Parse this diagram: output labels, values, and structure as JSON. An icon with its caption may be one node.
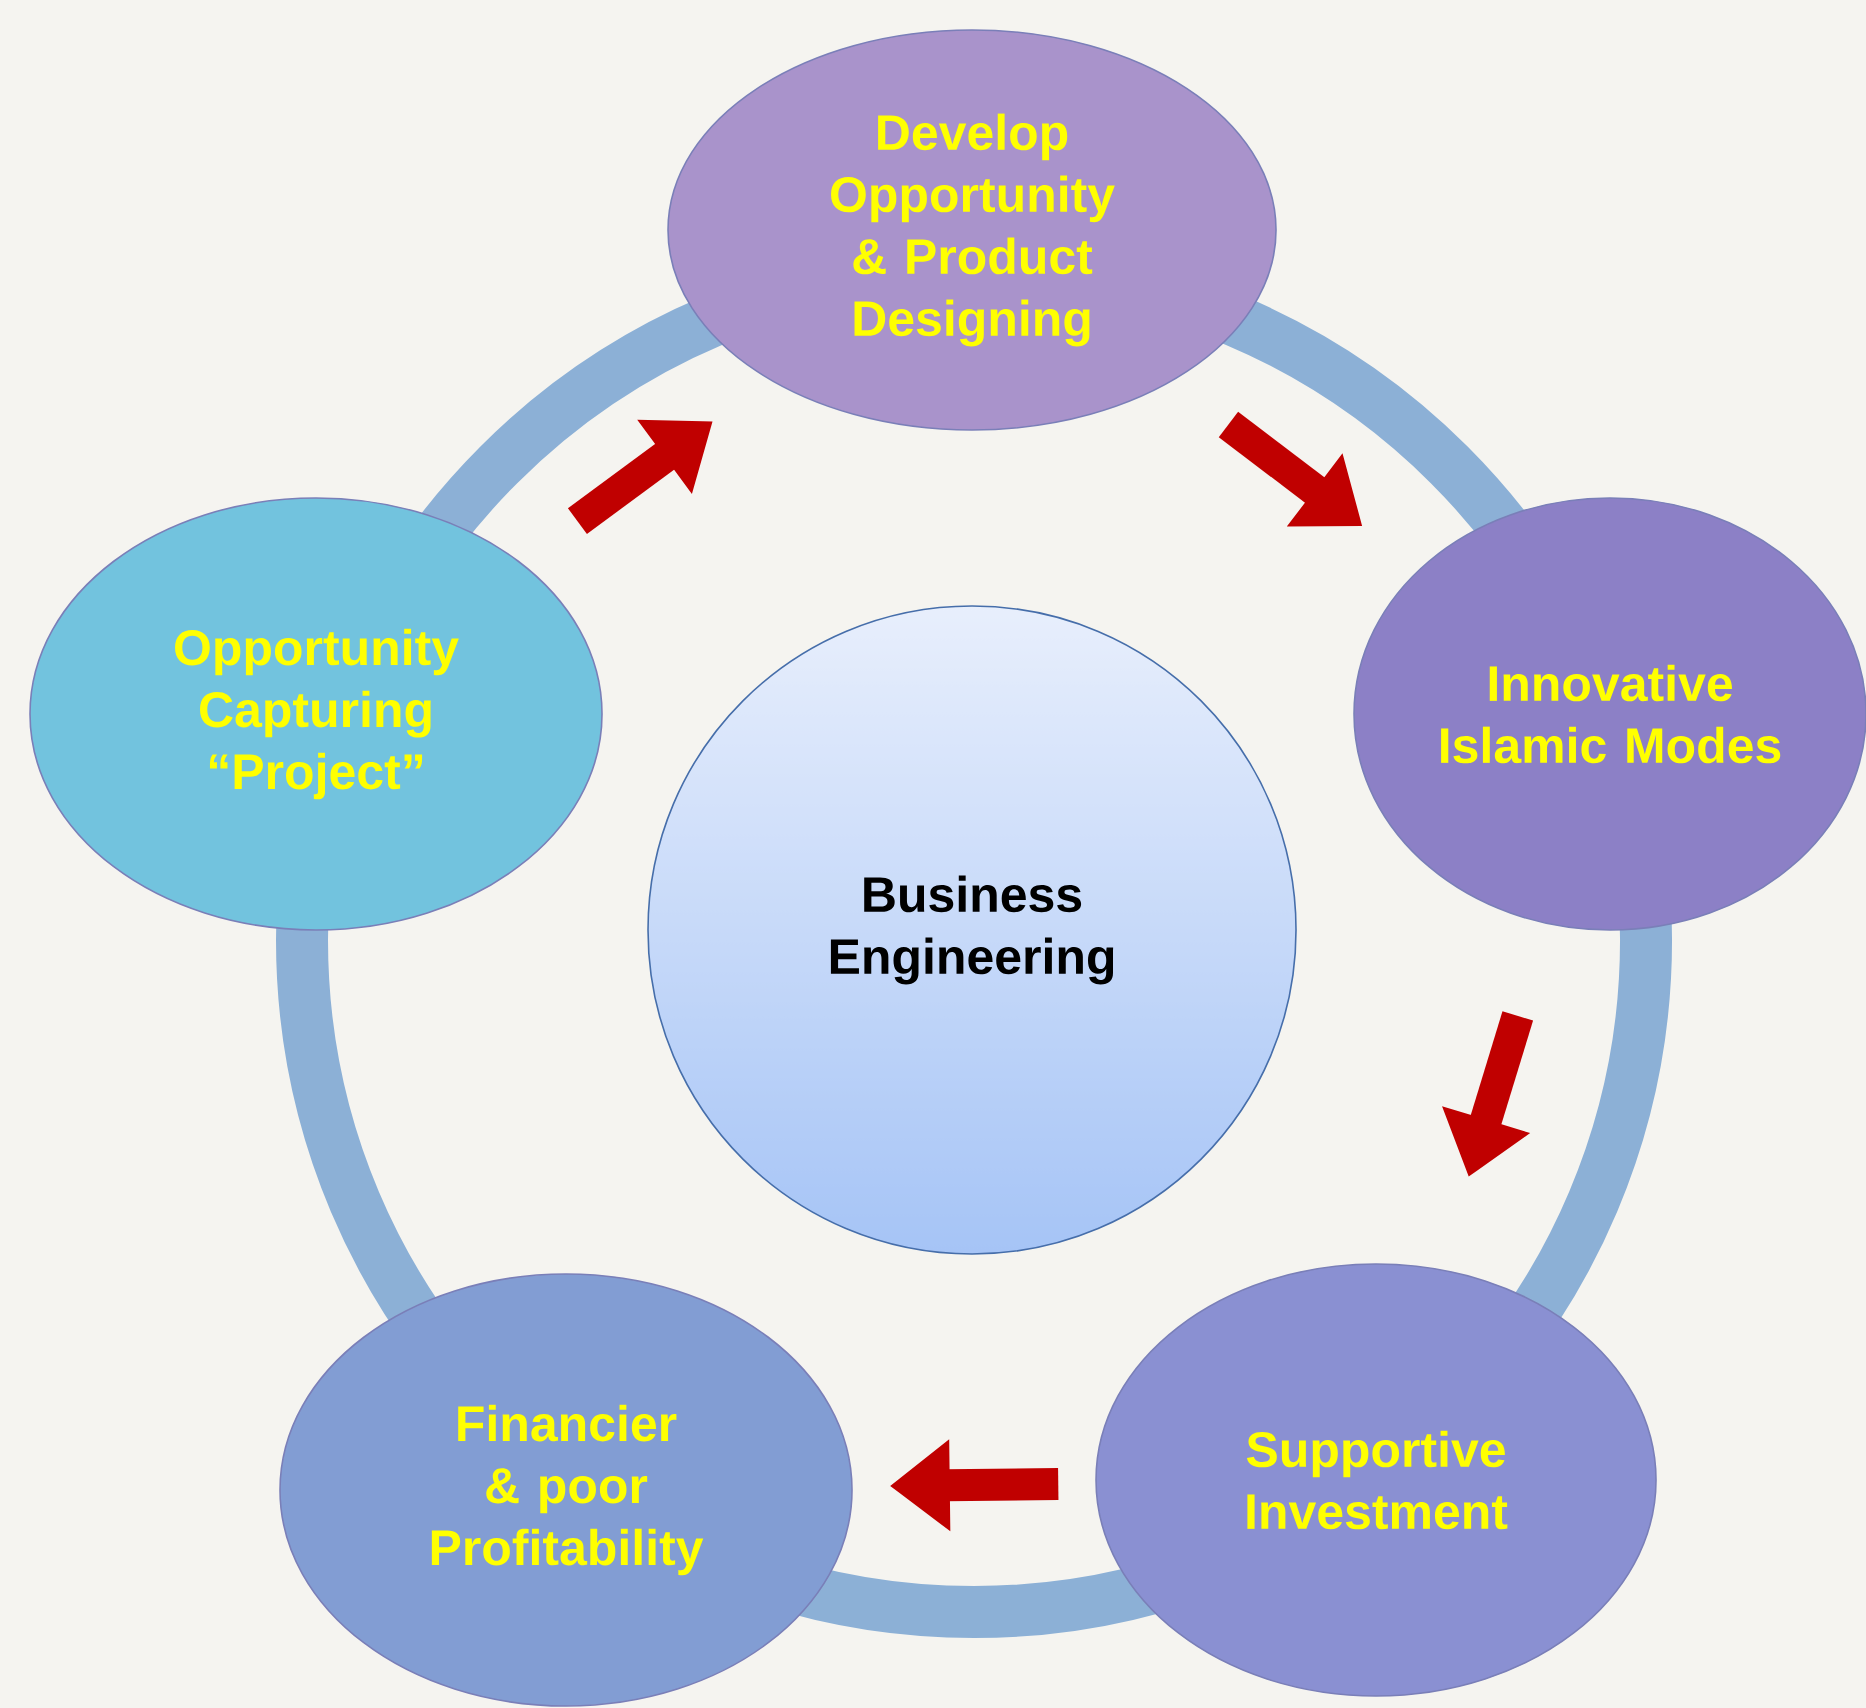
{
  "diagram": {
    "nodes": [
      {
        "text": [
          "Develop Opportunity & Product Designing"
        ]
      },
      {
        "text": [
          "Innovative Islamic Modes"
        ]
      },
      {
        "text": [
          "Supportive Investment"
        ]
      },
      {
        "text": [
          "Financier & poor Profitability"
        ]
      },
      {
        "text": [
          "Opportunity Capturing “Project”"
        ]
      },
      {
        "text": [
          "Business Engineering"
        ]
      }
    ],
    "edges": [
      {
        "from": 0,
        "to": 1,
        "arrow": "to"
      },
      {
        "from": 1,
        "to": 2,
        "arrow": "to"
      },
      {
        "from": 2,
        "to": 3,
        "arrow": "to"
      },
      {
        "from": 4,
        "to": 0,
        "arrow": "to"
      }
    ]
  }
}
